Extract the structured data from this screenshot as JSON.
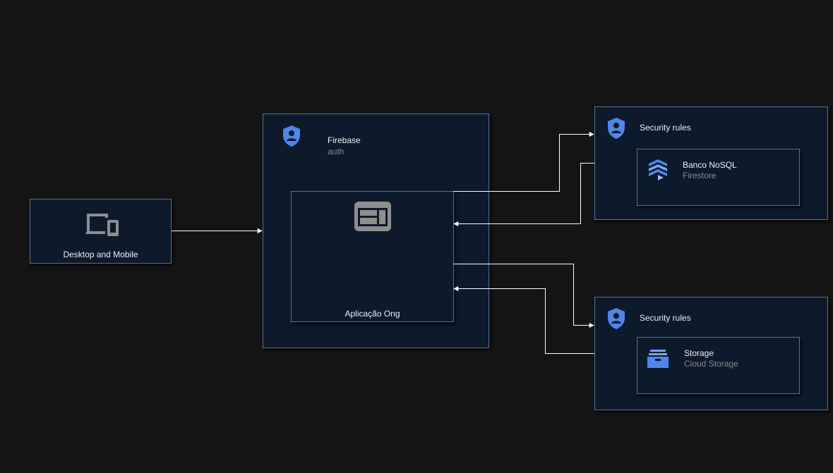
{
  "colors": {
    "background": "#141414",
    "box_fill": "#0c1a2b",
    "box_border": "#5a7196",
    "icon_blue": "#4f86e8",
    "icon_gray": "#8e8e8e",
    "edge": "#ffffff"
  },
  "client": {
    "label": "Desktop and Mobile",
    "icon": "devices-icon"
  },
  "firebase": {
    "title": "Firebase",
    "subtitle": "auth",
    "icon": "shield-user-icon"
  },
  "app": {
    "label": "Aplicação Ong",
    "icon": "web-app-icon"
  },
  "rules_db": {
    "title": "Security rules",
    "icon": "shield-user-icon",
    "service": {
      "title": "Banco NoSQL",
      "subtitle": "Firestore",
      "icon": "firestore-icon"
    }
  },
  "rules_storage": {
    "title": "Security rules",
    "icon": "shield-user-icon",
    "service": {
      "title": "Storage",
      "subtitle": "Cloud Storage",
      "icon": "storage-icon"
    }
  }
}
